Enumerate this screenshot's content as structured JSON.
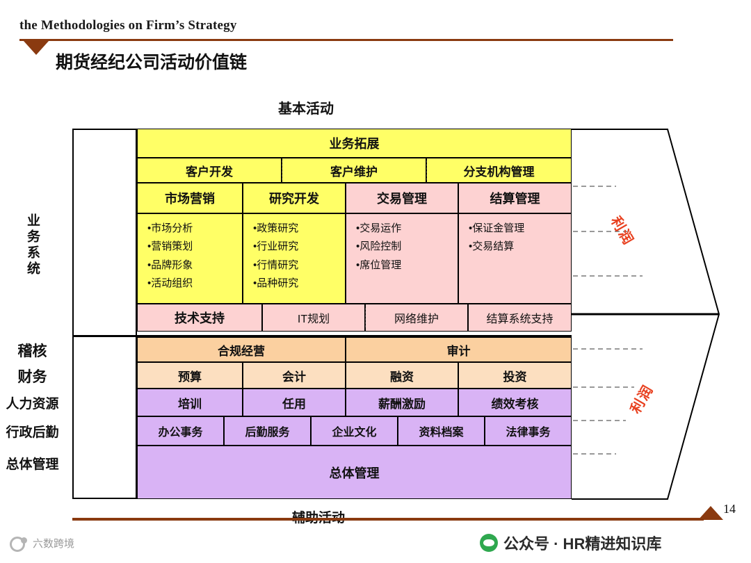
{
  "header": {
    "title": "the Methodologies on Firm’s Strategy",
    "subtitle": "期货经纪公司活动价值链"
  },
  "chart": {
    "caption_top": "基本活动",
    "caption_bottom": "辅助活动",
    "row_labels": {
      "business_system": "业务系统",
      "audit": "稽核",
      "finance": "财务",
      "hr": "人力资源",
      "admin": "行政后勤",
      "overall": "总体管理"
    },
    "primary": {
      "band_title": "业务拓展",
      "band_sub": [
        "客户开发",
        "客户维护",
        "分支机构管理"
      ],
      "columns": [
        {
          "title": "市场营销",
          "bullets": [
            "•市场分析",
            "•营销策划",
            "•品牌形象",
            "•活动组织"
          ]
        },
        {
          "title": "研究开发",
          "bullets": [
            "•政策研究",
            "•行业研究",
            "•行情研究",
            "•品种研究"
          ]
        },
        {
          "title": "交易管理",
          "bullets": [
            "•交易运作",
            "•风险控制",
            "•席位管理"
          ]
        },
        {
          "title": "结算管理",
          "bullets": [
            "•保证金管理",
            "•交易结算"
          ]
        }
      ],
      "tech_row": [
        "技术支持",
        "IT规划",
        "网络维护",
        "结算系统支持"
      ]
    },
    "support": {
      "audit": [
        "合规经营",
        "审计"
      ],
      "finance": [
        "预算",
        "会计",
        "融资",
        "投资"
      ],
      "hr": [
        "培训",
        "任用",
        "薪酬激励",
        "绩效考核"
      ],
      "admin": [
        "办公事务",
        "后勤服务",
        "企业文化",
        "资料档案",
        "法律事务"
      ],
      "overall": [
        "总体管理"
      ]
    },
    "arrow_labels": [
      "利润",
      "利润"
    ],
    "colors": {
      "yellow": "#ffff66",
      "pink": "#fdd2d2",
      "orange": "#fbd0a0",
      "orange_light": "#fcdfc0",
      "purple": "#d9b3f5",
      "profit_text": "#e8401f",
      "rule": "#8a3a10"
    }
  },
  "page_number": "14",
  "watermarks": {
    "right": "公众号 · HR精进知识库",
    "left": "六数跨境"
  }
}
